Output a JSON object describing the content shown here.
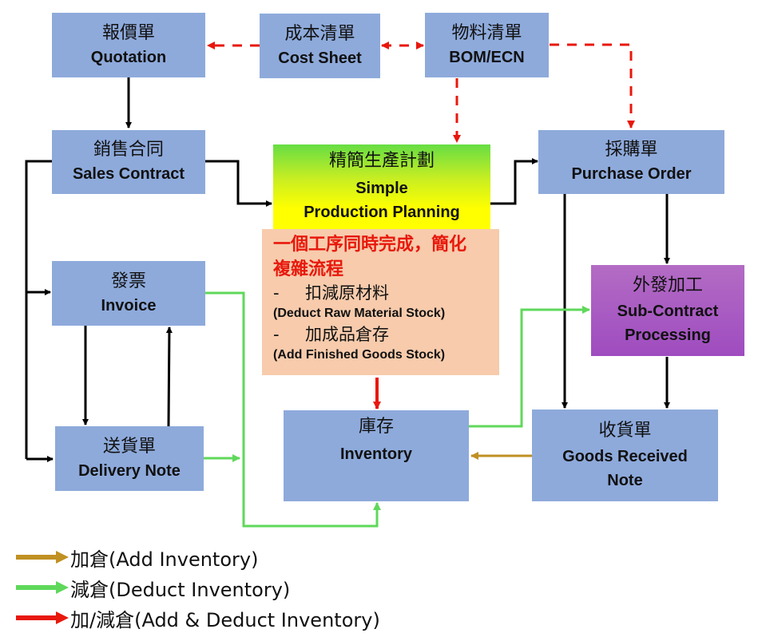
{
  "nodes": {
    "quotation": {
      "zh": "報價單",
      "en": "Quotation"
    },
    "cost_sheet": {
      "zh": "成本清單",
      "en": "Cost Sheet"
    },
    "bom": {
      "zh": "物料清單",
      "en": "BOM/ECN"
    },
    "sales_contract": {
      "zh": "銷售合同",
      "en": "Sales Contract"
    },
    "production_planning": {
      "zh": "精簡生產計劃",
      "en1": "Simple",
      "en2": "Production Planning"
    },
    "purchase_order": {
      "zh": "採購單",
      "en": "Purchase Order"
    },
    "invoice": {
      "zh": "發票",
      "en": "Invoice"
    },
    "sub_contract": {
      "zh": "外發加工",
      "en1": "Sub-Contract",
      "en2": "Processing"
    },
    "delivery_note": {
      "zh": "送貨單",
      "en": "Delivery Note"
    },
    "inventory": {
      "zh": "庫存",
      "en": "Inventory"
    },
    "goods_received": {
      "zh": "收貨單",
      "en1": "Goods Received",
      "en2": "Note"
    }
  },
  "note": {
    "headline": "一個工序同時完成，簡化複雜流程",
    "headline_line1": "一個工序同時完成，簡化",
    "headline_line2": "複雜流程",
    "bullet": "-",
    "items": [
      {
        "zh": "扣減原材料",
        "en": "(Deduct Raw Material Stock)"
      },
      {
        "zh": "加成品倉存",
        "en": "(Add Finished Goods Stock)"
      }
    ]
  },
  "legend": [
    {
      "label": "加倉(Add Inventory)",
      "color": "#c09022"
    },
    {
      "label": "減倉(Deduct Inventory)",
      "color": "#5fd85a"
    },
    {
      "label": "加/減倉(Add & Deduct Inventory)",
      "color": "#e8180c"
    }
  ],
  "colors": {
    "node_fill": "#8eaadb",
    "note_fill": "#f7cbac",
    "flow": "#000000",
    "add_inventory": "#c09022",
    "deduct_inventory": "#5fd85a",
    "add_deduct_inventory": "#e8180c"
  },
  "edges": [
    {
      "from": "cost_sheet",
      "to": "quotation",
      "type": "dashed-red"
    },
    {
      "from": "cost_sheet",
      "to": "bom",
      "type": "dashed-red-bidirectional"
    },
    {
      "from": "bom",
      "to": "production_planning",
      "type": "dashed-red"
    },
    {
      "from": "bom",
      "to": "purchase_order",
      "type": "dashed-red"
    },
    {
      "from": "quotation",
      "to": "sales_contract",
      "type": "flow"
    },
    {
      "from": "sales_contract",
      "to": "production_planning",
      "type": "flow"
    },
    {
      "from": "sales_contract",
      "to": "invoice",
      "type": "flow"
    },
    {
      "from": "sales_contract",
      "to": "delivery_note",
      "type": "flow"
    },
    {
      "from": "invoice",
      "to": "delivery_note",
      "type": "flow"
    },
    {
      "from": "delivery_note",
      "to": "invoice",
      "type": "flow"
    },
    {
      "from": "production_planning",
      "to": "purchase_order",
      "type": "flow"
    },
    {
      "from": "purchase_order",
      "to": "sub_contract",
      "type": "flow"
    },
    {
      "from": "purchase_order",
      "to": "goods_received",
      "type": "flow"
    },
    {
      "from": "sub_contract",
      "to": "goods_received",
      "type": "flow"
    },
    {
      "from": "production_planning",
      "to": "inventory",
      "type": "add-deduct"
    },
    {
      "from": "goods_received",
      "to": "inventory",
      "type": "add"
    },
    {
      "from": "invoice",
      "to": "inventory",
      "type": "deduct"
    },
    {
      "from": "delivery_note",
      "to": "inventory",
      "type": "deduct"
    },
    {
      "from": "inventory",
      "to": "sub_contract",
      "type": "deduct"
    }
  ]
}
